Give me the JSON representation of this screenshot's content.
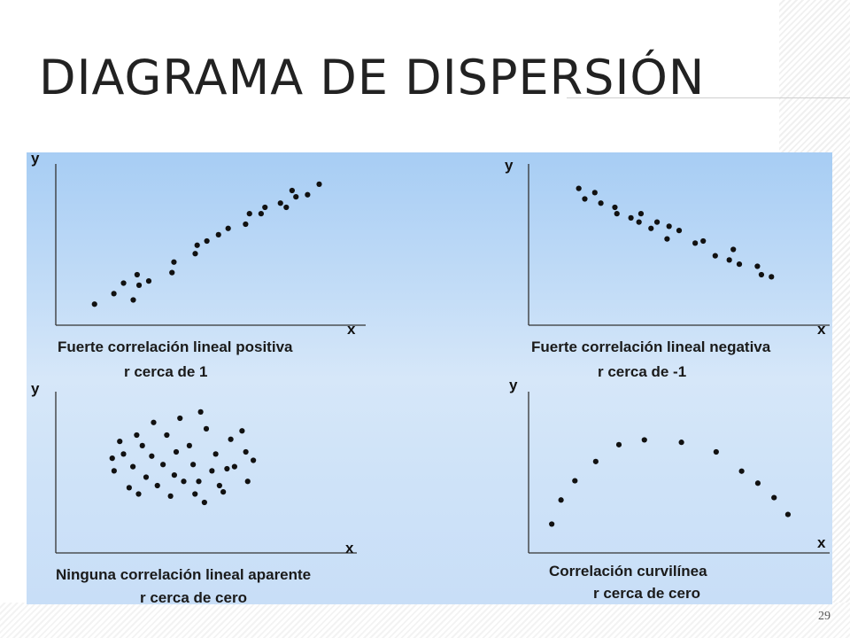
{
  "slide": {
    "title": "DIAGRAMA DE DISPERSIÓN",
    "page_number": "29"
  },
  "chart_data": [
    {
      "type": "scatter",
      "xlabel": "x",
      "ylabel": "y",
      "caption_line1": "Fuerte correlación lineal positiva",
      "caption_line2": "r cerca de 1",
      "points": [
        [
          2,
          1
        ],
        [
          3,
          1.5
        ],
        [
          3.5,
          2
        ],
        [
          4,
          1.2
        ],
        [
          4.2,
          2.4
        ],
        [
          4.3,
          1.9
        ],
        [
          4.8,
          2.1
        ],
        [
          6,
          2.5
        ],
        [
          6.1,
          3
        ],
        [
          7.2,
          3.4
        ],
        [
          7.3,
          3.8
        ],
        [
          7.8,
          4
        ],
        [
          8.4,
          4.3
        ],
        [
          8.9,
          4.6
        ],
        [
          9.8,
          4.8
        ],
        [
          10,
          5.3
        ],
        [
          10.6,
          5.3
        ],
        [
          10.8,
          5.6
        ],
        [
          11.6,
          5.8
        ],
        [
          11.9,
          5.6
        ],
        [
          12.2,
          6.4
        ],
        [
          12.4,
          6.1
        ],
        [
          13,
          6.2
        ],
        [
          13.6,
          6.7
        ]
      ],
      "xlim": [
        0,
        16
      ],
      "ylim": [
        0,
        8
      ]
    },
    {
      "type": "scatter",
      "xlabel": "x",
      "ylabel": "y",
      "caption_line1": "Fuerte correlación lineal negativa",
      "caption_line2": "r cerca de -1",
      "points": [
        [
          2.5,
          6.5
        ],
        [
          2.8,
          6
        ],
        [
          3.3,
          6.3
        ],
        [
          3.6,
          5.8
        ],
        [
          4.3,
          5.6
        ],
        [
          4.4,
          5.3
        ],
        [
          5.1,
          5.1
        ],
        [
          5.5,
          4.9
        ],
        [
          5.6,
          5.3
        ],
        [
          6.1,
          4.6
        ],
        [
          6.4,
          4.9
        ],
        [
          6.9,
          4.1
        ],
        [
          7,
          4.7
        ],
        [
          7.5,
          4.5
        ],
        [
          8.3,
          3.9
        ],
        [
          8.7,
          4
        ],
        [
          9.3,
          3.3
        ],
        [
          10,
          3.1
        ],
        [
          10.2,
          3.6
        ],
        [
          10.5,
          2.9
        ],
        [
          11.4,
          2.8
        ],
        [
          11.6,
          2.4
        ],
        [
          12.1,
          2.3
        ]
      ],
      "xlim": [
        0,
        15
      ],
      "ylim": [
        0,
        8
      ]
    },
    {
      "type": "scatter",
      "xlabel": "x",
      "ylabel": "y",
      "caption_line1": "Ninguna correlación lineal aparente",
      "caption_line2": "r cerca de cero",
      "points": [
        [
          3,
          4.5
        ],
        [
          3.1,
          3.9
        ],
        [
          3.4,
          5.3
        ],
        [
          3.6,
          4.7
        ],
        [
          3.9,
          3.1
        ],
        [
          4.1,
          4.1
        ],
        [
          4.3,
          5.6
        ],
        [
          4.4,
          2.8
        ],
        [
          4.6,
          5.1
        ],
        [
          4.8,
          3.6
        ],
        [
          5.1,
          4.6
        ],
        [
          5.2,
          6.2
        ],
        [
          5.4,
          3.2
        ],
        [
          5.7,
          4.2
        ],
        [
          5.9,
          5.6
        ],
        [
          6.1,
          2.7
        ],
        [
          6.3,
          3.7
        ],
        [
          6.4,
          4.8
        ],
        [
          6.6,
          6.4
        ],
        [
          6.8,
          3.4
        ],
        [
          7.1,
          5.1
        ],
        [
          7.3,
          4.2
        ],
        [
          7.4,
          2.8
        ],
        [
          7.6,
          3.4
        ],
        [
          7.7,
          6.7
        ],
        [
          7.9,
          2.4
        ],
        [
          8,
          5.9
        ],
        [
          8.3,
          3.9
        ],
        [
          8.5,
          4.7
        ],
        [
          8.7,
          3.2
        ],
        [
          8.9,
          2.9
        ],
        [
          9.1,
          4
        ],
        [
          9.3,
          5.4
        ],
        [
          9.5,
          4.1
        ],
        [
          9.9,
          5.8
        ],
        [
          10.1,
          4.8
        ],
        [
          10.2,
          3.4
        ],
        [
          10.5,
          4.4
        ]
      ],
      "xlim": [
        0,
        16
      ],
      "ylim": [
        0,
        8
      ]
    },
    {
      "type": "scatter",
      "xlabel": "x",
      "ylabel": "y",
      "caption_line1": "Correlación curvilínea",
      "caption_line2": "r cerca de cero",
      "points": [
        [
          1,
          1.2
        ],
        [
          1.4,
          2.2
        ],
        [
          2,
          3
        ],
        [
          2.9,
          3.8
        ],
        [
          3.9,
          4.5
        ],
        [
          5,
          4.7
        ],
        [
          6.6,
          4.6
        ],
        [
          8.1,
          4.2
        ],
        [
          9.2,
          3.4
        ],
        [
          9.9,
          2.9
        ],
        [
          10.6,
          2.3
        ],
        [
          11.2,
          1.6
        ]
      ],
      "xlim": [
        0,
        13
      ],
      "ylim": [
        0,
        7
      ]
    }
  ]
}
